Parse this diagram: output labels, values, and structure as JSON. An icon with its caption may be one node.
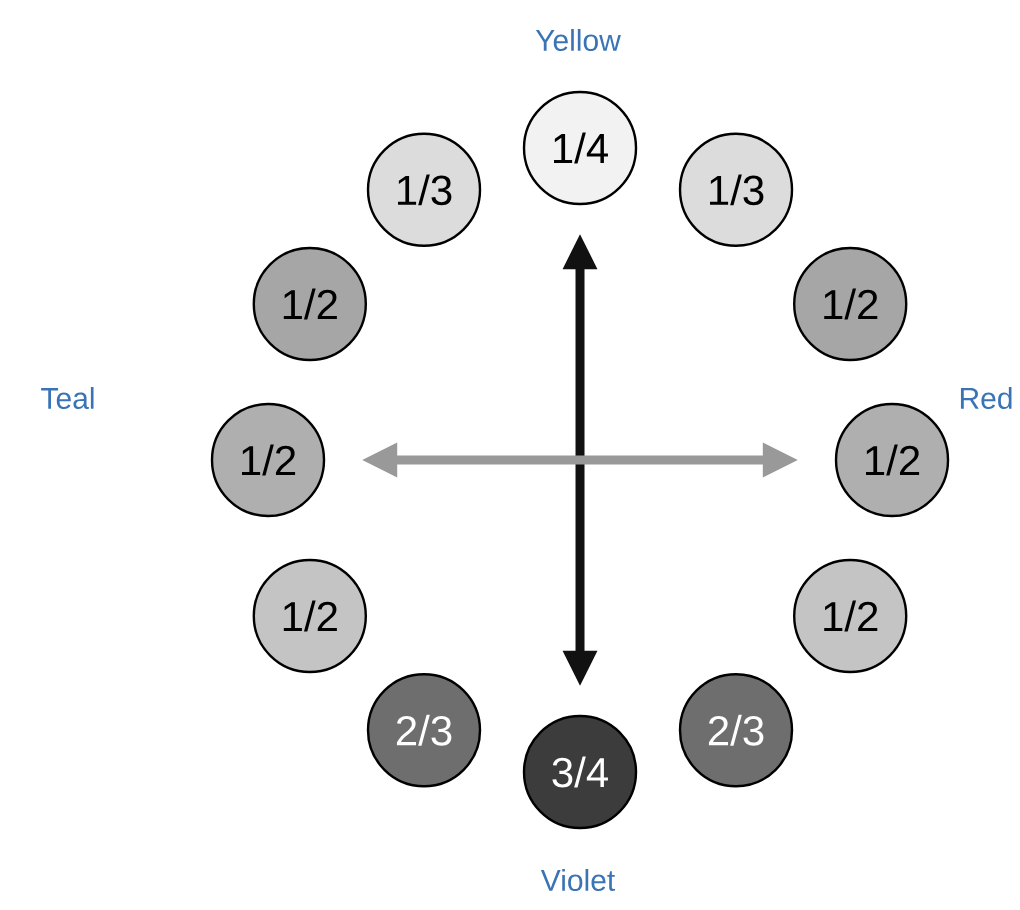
{
  "diagram": {
    "nodes": [
      {
        "text": [
          "1/4"
        ],
        "beside": [
          "Yellow"
        ]
      },
      {
        "text": [
          "1/3"
        ]
      },
      {
        "text": [
          "1/3"
        ]
      },
      {
        "text": [
          "1/2"
        ]
      },
      {
        "text": [
          "1/2"
        ]
      },
      {
        "text": [
          "1/2"
        ],
        "beside": [
          "Teal"
        ]
      },
      {
        "text": [
          "1/2"
        ],
        "beside": [
          "Red"
        ]
      },
      {
        "text": [
          "1/2"
        ]
      },
      {
        "text": [
          "1/2"
        ]
      },
      {
        "text": [
          "2/3"
        ]
      },
      {
        "text": [
          "2/3"
        ]
      },
      {
        "text": [
          "3/4"
        ],
        "beside": [
          "Violet"
        ]
      }
    ],
    "edges": [
      {
        "from": 0,
        "to": 11,
        "arrow": "both",
        "color": "#111111"
      },
      {
        "from": 5,
        "to": 6,
        "arrow": "both",
        "color": "#999999"
      }
    ]
  }
}
